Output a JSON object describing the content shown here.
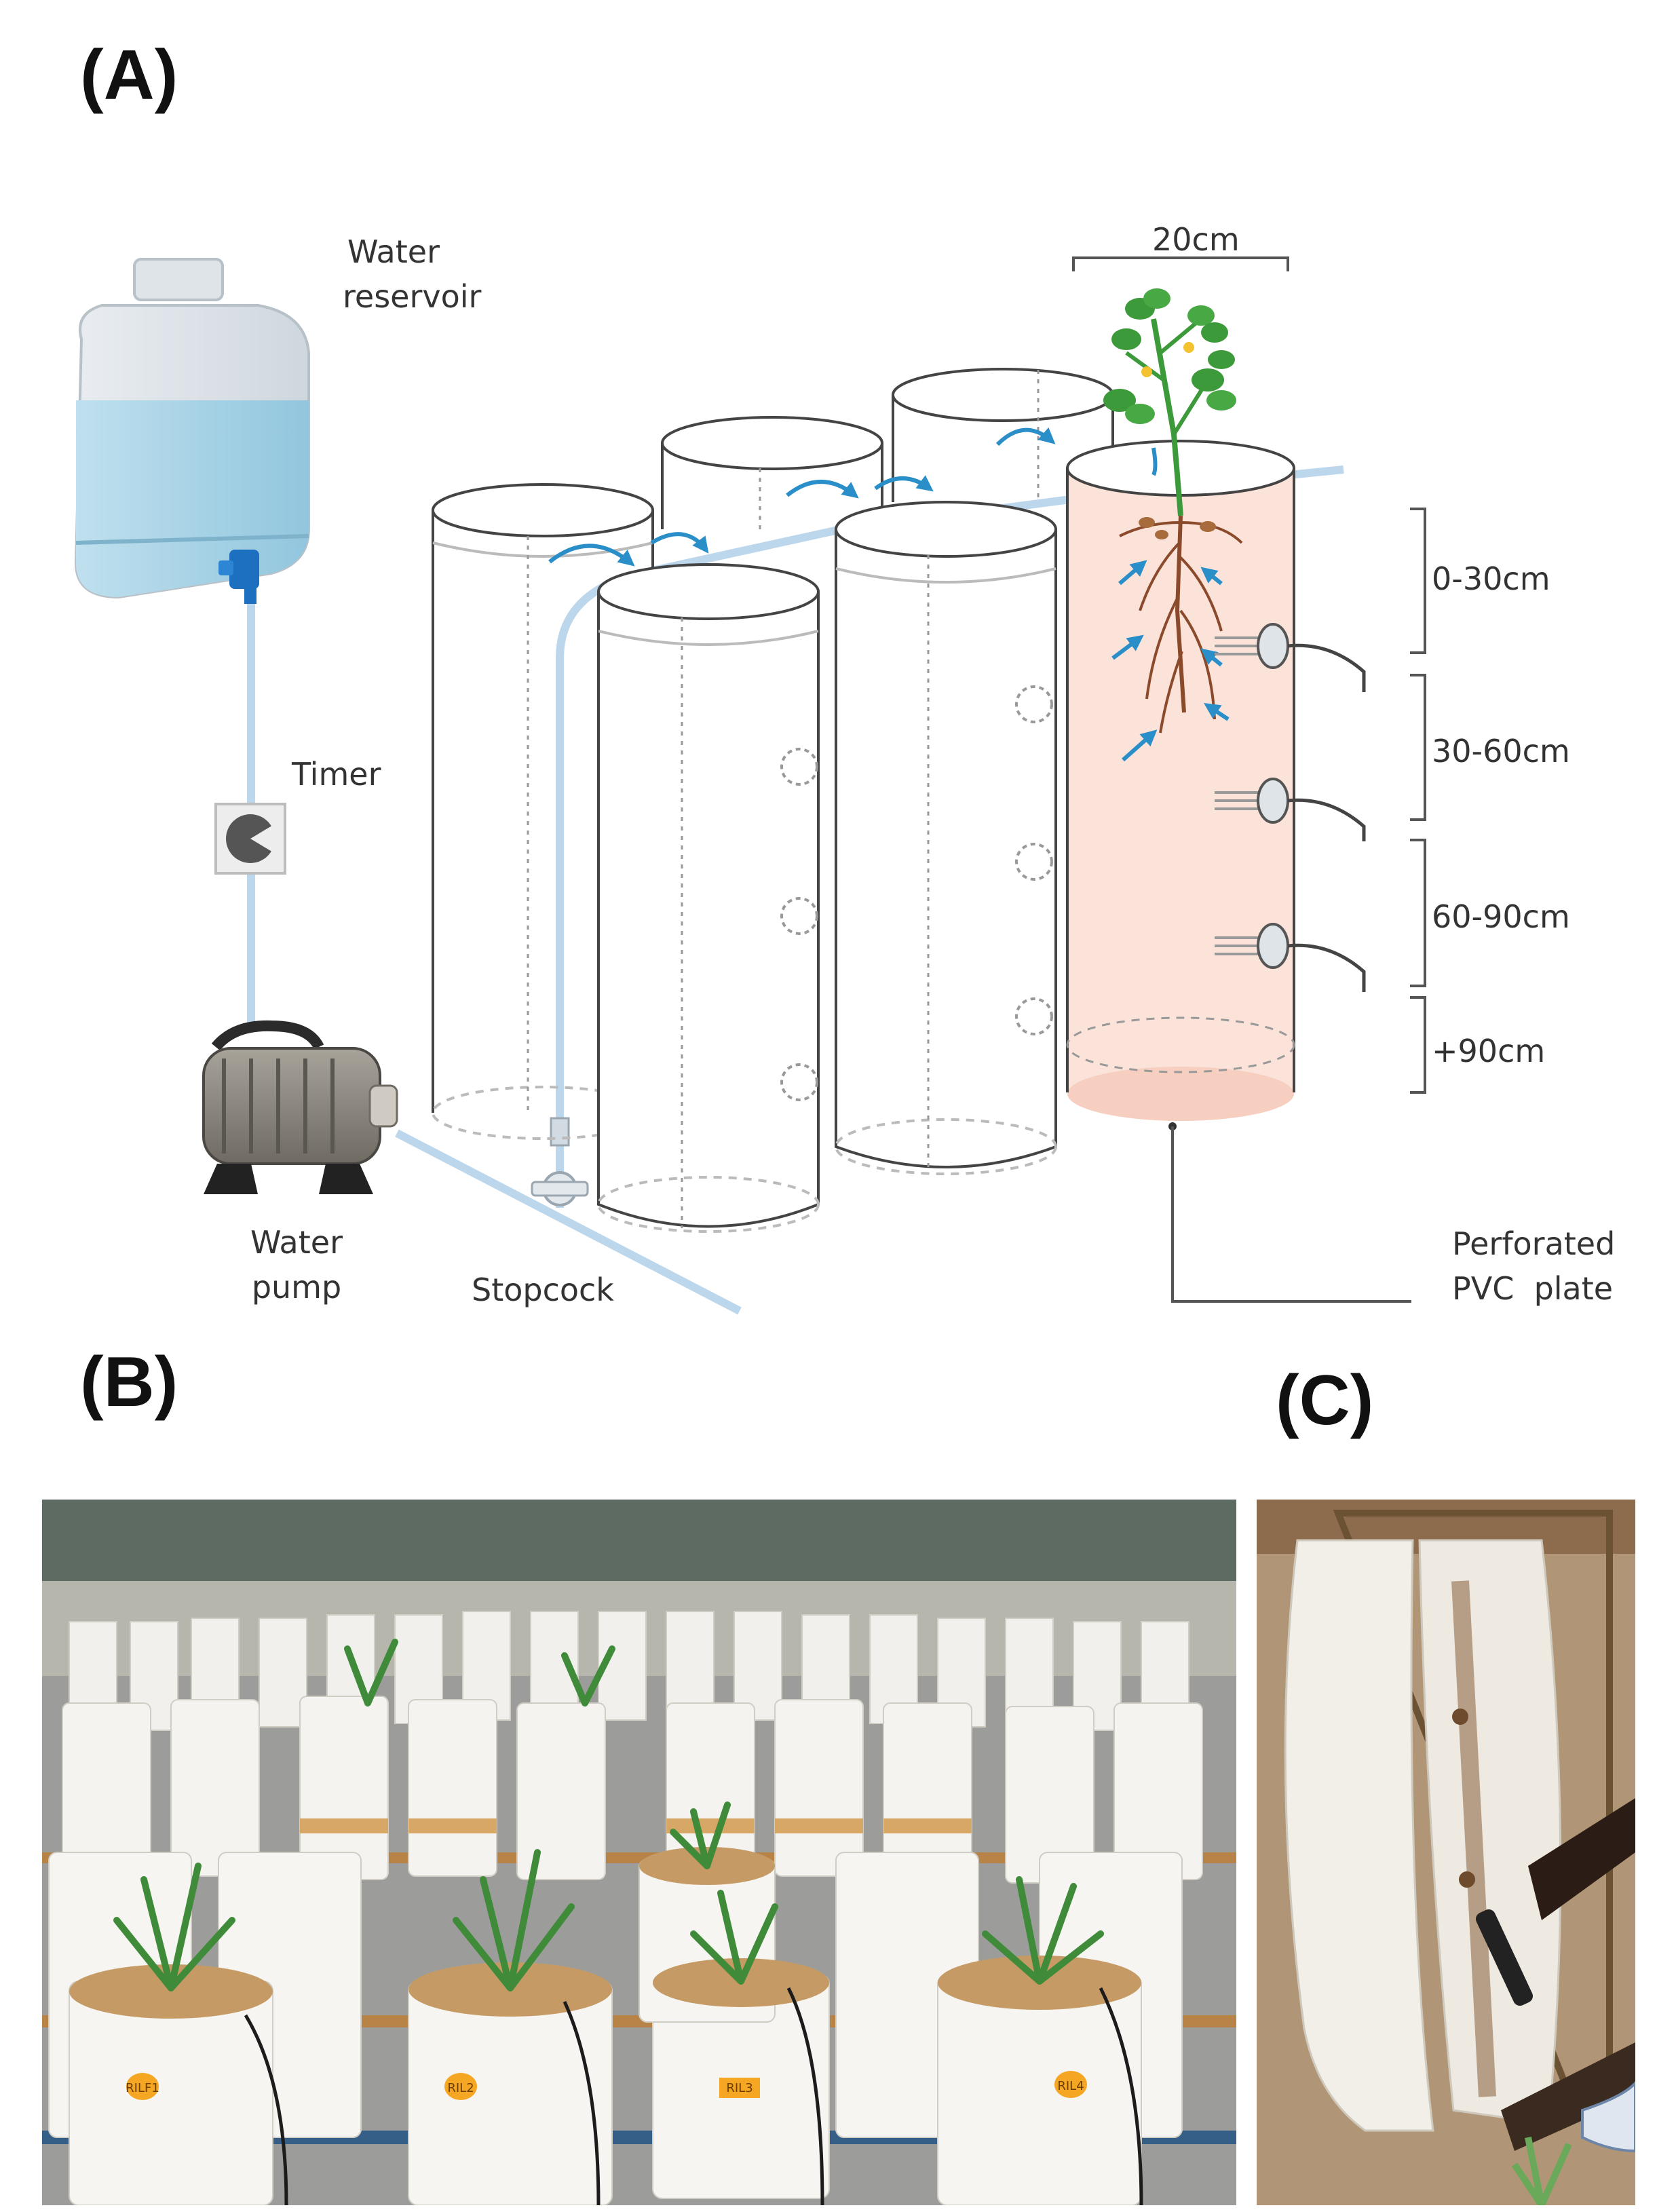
{
  "panels": {
    "a": {
      "label": "(A)"
    },
    "b": {
      "label": "(B)"
    },
    "c": {
      "label": "(C)"
    }
  },
  "diagram": {
    "water_reservoir": [
      "Water",
      "reservoir"
    ],
    "timer": "Timer",
    "water_pump": [
      "Water",
      "pump"
    ],
    "stopcock": "Stopcock",
    "width_label": "20cm",
    "depths": [
      "0-30cm",
      "30-60cm",
      "60-90cm",
      "+90cm"
    ],
    "perforated_plate": [
      "Perforated",
      "PVC  plate"
    ]
  },
  "photo_b": {
    "tags": [
      "RILF1",
      "RIL2",
      "RIL3",
      "RIL4"
    ]
  },
  "colors": {
    "pipe": "#bcd6ec",
    "water": "#a9d3e6",
    "soil_column": "#fbe3d9",
    "arrow": "#2a8ec9",
    "root": "#8b4a2b",
    "leaf": "#3c9a3a",
    "pvc": "#f5f5f2",
    "sand": "#c69a64"
  }
}
